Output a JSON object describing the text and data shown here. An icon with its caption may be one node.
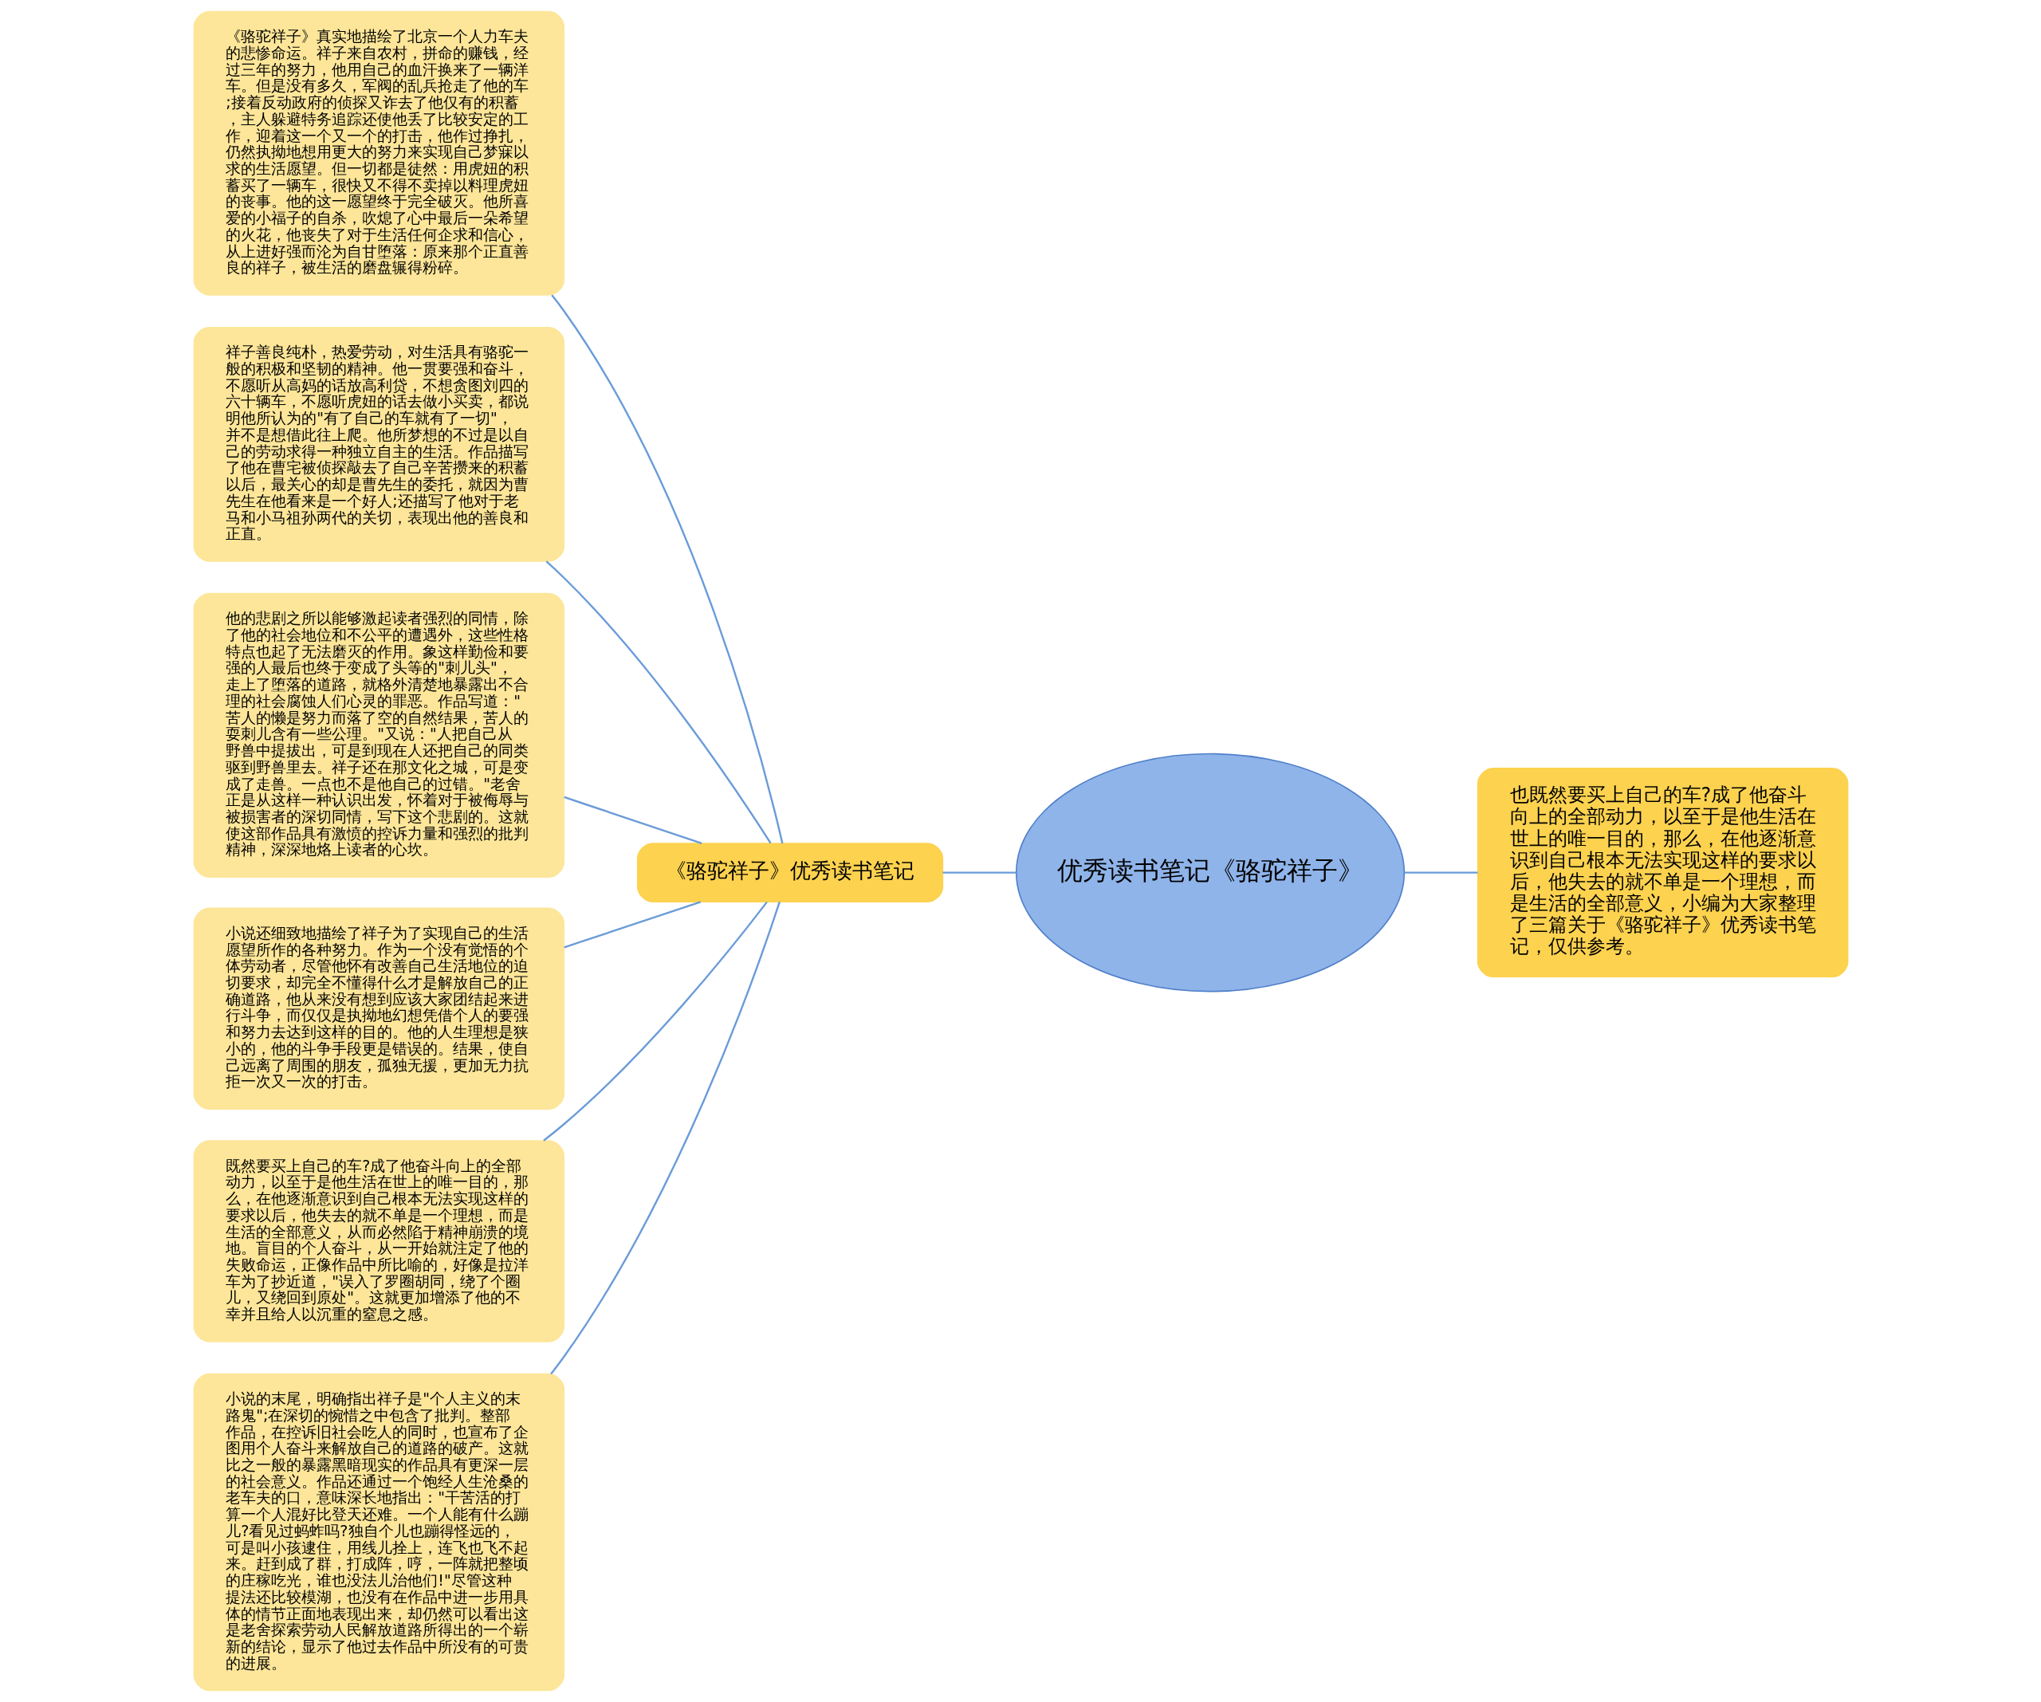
{
  "diagram": {
    "nodes": [
      {
        "text": [
          "优秀读书笔记《骆驼祥子》"
        ]
      },
      {
        "text": [
          "《骆驼祥子》优秀读书笔记"
        ]
      },
      {
        "text": [
          "《骆驼祥子》真实地描绘了北京一个人力车夫的悲惨命运。祥子来自农村，拼命的赚钱，经过三年的努力，他用自己的血汗换来了一辆洋车。但是没有多久，军阀的乱兵抢走了他的车;接着反动政府的侦探又诈去了他仅有的积蓄，主人躲避特务追踪还使他丢了比较安定的工作，迎着这一个又一个的打击，他作过挣扎，仍然执拗地想用更大的努力来实现自己梦寐以求的生活愿望。但一切都是徒然：用虎妞的积蓄买了一辆车，很快又不得不卖掉以料理虎妞的丧事。他的这一愿望终于完全破灭。他所喜爱的小福子的自杀，吹熄了心中最后一朵希望的火花，他丧失了对于生活任何企求和信心，从上进好强而沦为自甘堕落：原来那个正直善良的祥子，被生活的磨盘辗得粉碎。"
        ]
      },
      {
        "text": [
          "祥子善良纯朴，热爱劳动，对生活具有骆驼一般的积极和坚韧的精神。他一贯要强和奋斗，不愿听从高妈的话放高利贷，不想贪图刘四的六十辆车，不愿听虎妞的话去做小买卖，都说明他所认为的\"有了自己的车就有了一切\"，并不是想借此往上爬。他所梦想的不过是以自己的劳动求得一种独立自主的生活。作品描写了他在曹宅被侦探敲去了自己辛苦攒来的积蓄以后，最关心的却是曹先生的委托，就因为曹先生在他看来是一个好人;还描写了他对于老马和小马祖孙两代的关切，表现出他的善良和正直。"
        ]
      },
      {
        "text": [
          "他的悲剧之所以能够激起读者强烈的同情，除了他的社会地位和不公平的遭遇外，这些性格特点也起了无法磨灭的作用。象这样勤俭和要强的人最后也终于变成了头等的\"刺儿头\"，走上了堕落的道路，就格外清楚地暴露出不合理的社会腐蚀人们心灵的罪恶。作品写道：\"苦人的懒是努力而落了空的自然结果，苦人的耍刺儿含有一些公理。\"又说：\"人把自己从野兽中提拔出，可是到现在人还把自己的同类驱到野兽里去。祥子还在那文化之城，可是变成了走兽。一点也不是他自己的过错。\"老舍正是从这样一种认识出发，怀着对于被侮辱与被损害者的深切同情，写下这个悲剧的。这就使这部作品具有激愤的控诉力量和强烈的批判精神，深深地烙上读者的心坎。"
        ]
      },
      {
        "text": [
          "小说还细致地描绘了祥子为了实现自己的生活愿望所作的各种努力。作为一个没有觉悟的个体劳动者，尽管他怀有改善自己生活地位的迫切要求，却完全不懂得什么才是解放自己的正确道路，他从来没有想到应该大家团结起来进行斗争，而仅仅是执拗地幻想凭借个人的要强和努力去达到这样的目的。他的人生理想是狭小的，他的斗争手段更是错误的。结果，使自己远离了周围的朋友，孤独无援，更加无力抗拒一次又一次的打击。"
        ]
      },
      {
        "text": [
          "既然要买上自己的车?成了他奋斗向上的全部动力，以至于是他生活在世上的唯一目的，那么，在他逐渐意识到自己根本无法实现这样的要求以后，他失去的就不单是一个理想，而是生活的全部意义，从而必然陷于精神崩溃的境地。盲目的个人奋斗，从一开始就注定了他的失败命运，正像作品中所比喻的，好像是拉洋车为了抄近道，\"误入了罗圈胡同，绕了个圈儿，又绕回到原处\"。这就更加增添了他的不幸并且给人以沉重的窒息之感。"
        ]
      },
      {
        "text": [
          "小说的末尾，明确指出祥子是\"个人主义的末路鬼\";在深切的惋惜之中包含了批判。整部作品，在控诉旧社会吃人的同时，也宣布了企图用个人奋斗来解放自己的道路的破产。这就比之一般的暴露黑暗现实的作品具有更深一层的社会意义。作品还通过一个饱经人生沧桑的老车夫的口，意味深长地指出：\"干苦活的打算一个人混好比登天还难。一个人能有什么蹦儿?看见过蚂蚱吗?独自个儿也蹦得怪远的，可是叫小孩逮住，用线儿拴上，连飞也飞不起来。赶到成了群，打成阵，哼，一阵就把整顷的庄稼吃光，谁也没法儿治他们!\"尽管这种提法还比较模湖，也没有在作品中进一步用具体的情节正面地表现出来，却仍然可以看出这是老舍探索劳动人民解放道路所得出的一个崭新的结论，显示了他过去作品中所没有的可贵的进展。"
        ]
      },
      {
        "text": [
          "也既然要买上自己的车?成了他奋斗向上的全部动力，以至于是他生活在世上的唯一目的，那么，在他逐渐意识到自己根本无法实现这样的要求以后，他失去的就不单是一个理想，而是生活的全部意义，小编为大家整理了三篇关于《骆驼祥子》优秀读书笔记，仅供参考。"
        ]
      }
    ],
    "edges": [
      {
        "from": 2,
        "to": 1,
        "arrow": "none"
      },
      {
        "from": 3,
        "to": 1,
        "arrow": "none"
      },
      {
        "from": 4,
        "to": 1,
        "arrow": "none"
      },
      {
        "from": 5,
        "to": 1,
        "arrow": "none"
      },
      {
        "from": 6,
        "to": 1,
        "arrow": "none"
      },
      {
        "from": 7,
        "to": 1,
        "arrow": "none"
      },
      {
        "from": 1,
        "to": 0,
        "arrow": "none"
      },
      {
        "from": 0,
        "to": 8,
        "arrow": "none"
      }
    ]
  }
}
